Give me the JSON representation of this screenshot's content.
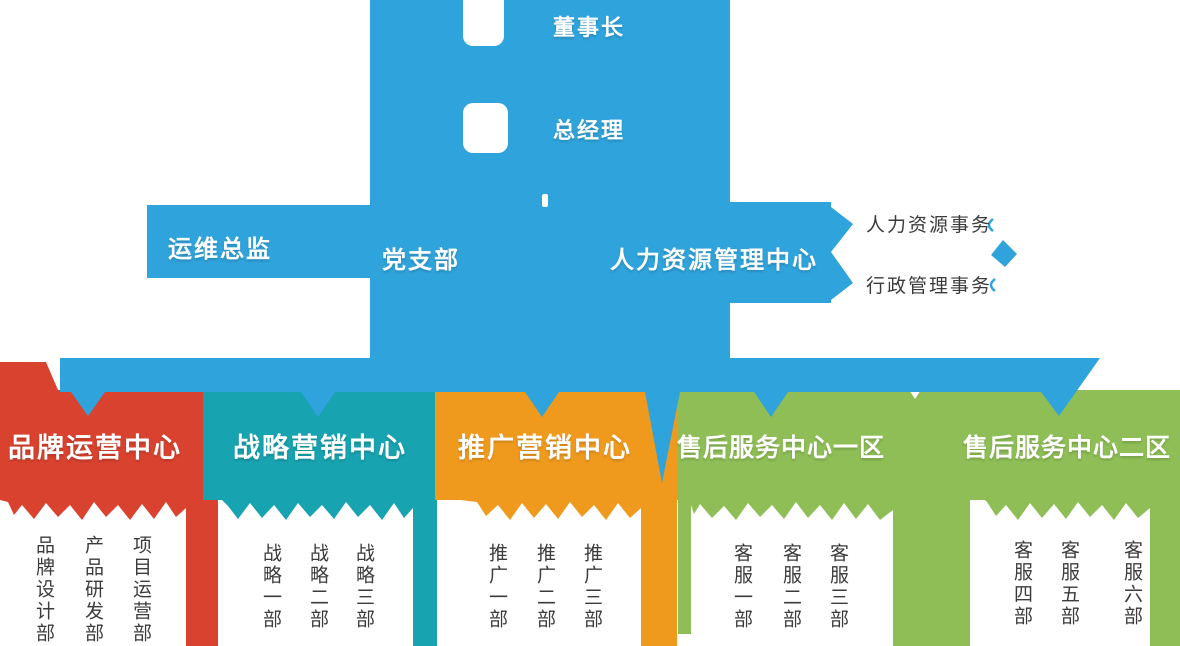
{
  "palette": {
    "blue": "#2fa3db",
    "red": "#d8422f",
    "teal": "#18a3b0",
    "orange": "#ef9a1d",
    "green": "#8ebe55",
    "white": "#ffffff",
    "text_dark": "#3b3b3b"
  },
  "executives": {
    "chairman": "董事长",
    "general_manager": "总经理"
  },
  "mid_level": {
    "ops_director": "运维总监",
    "party_branch": "党支部",
    "hr_center": "人力资源管理中心"
  },
  "hr_branches": [
    {
      "label": "人力资源事务"
    },
    {
      "label": "行政管理事务"
    }
  ],
  "departments": [
    {
      "name": "品牌运营中心",
      "subs": [
        "品牌设计部",
        "产品研发部",
        "项目运营部"
      ]
    },
    {
      "name": "战略营销中心",
      "subs": [
        "战略一部",
        "战略二部",
        "战略三部"
      ]
    },
    {
      "name": "推广营销中心",
      "subs": [
        "推广一部",
        "推广二部",
        "推广三部"
      ]
    },
    {
      "name": "售后服务中心一区",
      "subs": [
        "客服一部",
        "客服二部",
        "客服三部"
      ]
    },
    {
      "name": "售后服务中心二区",
      "subs": [
        "客服四部",
        "客服五部",
        "客服六部"
      ]
    }
  ]
}
